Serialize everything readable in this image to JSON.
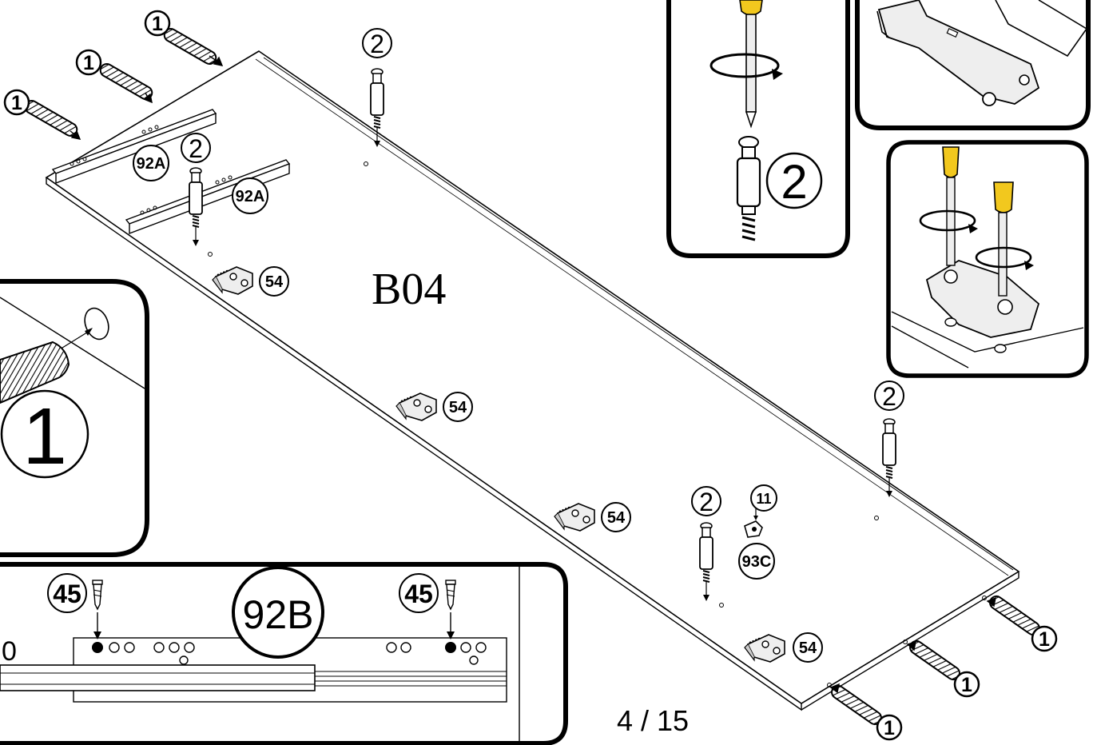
{
  "panel_label": "B04",
  "page_indicator": "4 / 15",
  "callouts": {
    "dowel": "1",
    "cam_bolt": "2",
    "cam_lock": "11",
    "screw": "45",
    "hinge_plate": "54",
    "runner_a": "92A",
    "runner_b": "92B",
    "lock_housing": "93C"
  },
  "inset_labels": {
    "dowel_big": "1",
    "cam_bolt_big": "2",
    "runner_big": "92B",
    "screw_a": "45",
    "screw_b": "45",
    "edge_zero": "0"
  }
}
